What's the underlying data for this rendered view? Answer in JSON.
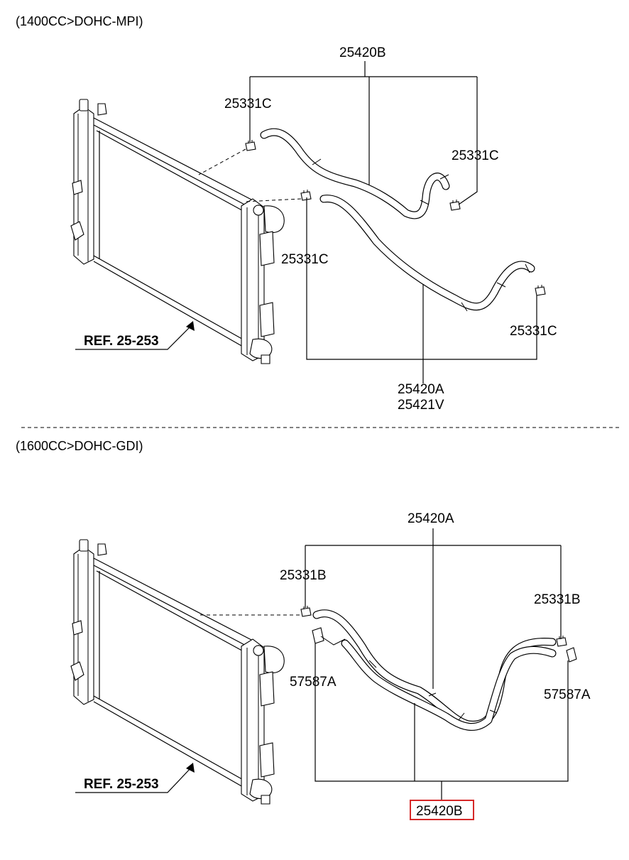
{
  "sections": [
    {
      "header": "(1400CC>DOHC-MPI)",
      "labels": {
        "hose_upper": "25420B",
        "clamp_upper_left": "25331C",
        "clamp_upper_right": "25331C",
        "clamp_lower_left": "25331C",
        "clamp_lower_right": "25331C",
        "hose_lower_1": "25420A",
        "hose_lower_2": "25421V",
        "ref": "REF. 25-253"
      }
    },
    {
      "header": "(1600CC>DOHC-GDI)",
      "labels": {
        "hose_top": "25420A",
        "clamp_left": "25331B",
        "clamp_right": "25331B",
        "bracket_left": "57587A",
        "bracket_right": "57587A",
        "hose_bottom_highlighted": "25420B",
        "ref": "REF. 25-253"
      }
    }
  ],
  "colors": {
    "line": "#000000",
    "background": "#ffffff",
    "highlight_box": "#d62828"
  },
  "icons": [
    "radiator",
    "hose",
    "hose-clamp",
    "hose-bracket",
    "reference-arrow"
  ]
}
